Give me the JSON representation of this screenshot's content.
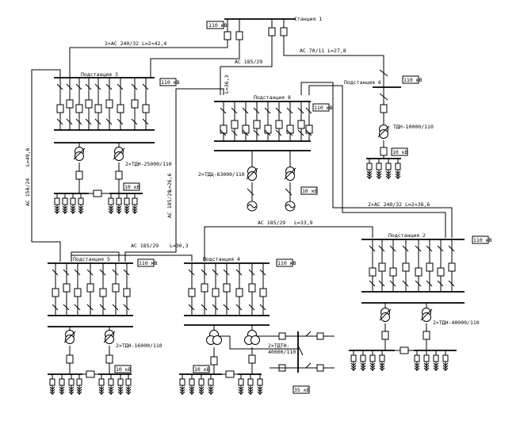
{
  "stations": {
    "st1": "Станция 1",
    "ps2": "Подстанция 2",
    "ps3": "Подстанция 3",
    "ps4": "Подстанция 4",
    "ps5": "Подстанция 5",
    "ps6": "Подстанция 6",
    "ps8": "Подстанция 8"
  },
  "voltages": {
    "v110_st1": "110 кВ",
    "v110_ps3": "110 кВ",
    "v110_ps6": "110 кВ",
    "v10_ps6": "10 кВ",
    "v110_ps8": "110 кВ",
    "v10_ps8": "10 кВ",
    "v10_ps3": "10 кВ",
    "v110_ps2": "110 кВ",
    "v110_ps4": "110 кВ",
    "v110_ps5": "110 кВ",
    "v10_ps5": "10 кВ",
    "v10_ps4": "10 кВ",
    "v35_ps4": "35 кВ"
  },
  "lines": {
    "l_st1_ps3": "2×АС 240/32  L=2×42,4",
    "l_st1_ps6": "АС 70/11    L=27,8",
    "l_st1_ps8_a": "АС 185/29",
    "l_st1_ps8_b": "L=36,3",
    "l_ps3_ps5_a": "АС 150/24",
    "l_ps3_ps5_b": "L=49,6",
    "l_ps8_ps5_a": "АС 185/29",
    "l_ps8_ps5_b": "L=26,6",
    "l_ps8_ps2": "2×АС 240/32  L=2×38,6",
    "l_ps5_ps4_a": "АС 185/29",
    "l_ps5_ps4_b": "L=30,3",
    "l_ps4_ps2_a": "АС 185/29",
    "l_ps4_ps2_b": "L=33,9"
  },
  "transformers": {
    "t_ps3": "2×ТДН-25000/110",
    "t_ps6": "ТДН-10000/110",
    "t_ps8": "2×ТДЦ-63000/110",
    "t_ps2": "2×ТДН-40000/110",
    "t_ps5": "2×ТДН-16000/110",
    "t_ps4_a": "2×ТДТН-",
    "t_ps4_b": "40000/110"
  }
}
